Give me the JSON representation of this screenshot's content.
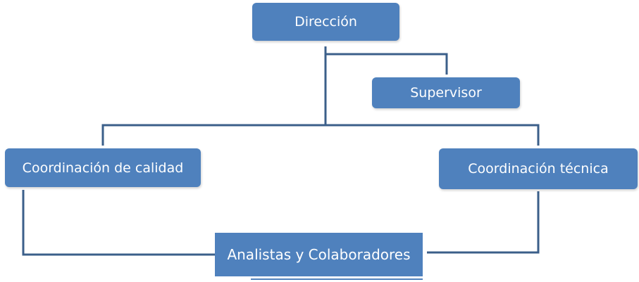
{
  "diagram": {
    "colors": {
      "box_fill": "#4f81bd",
      "connector": "#3b5f8a",
      "text": "#ffffff",
      "background": "#ffffff"
    },
    "nodes": {
      "direccion": "Dirección",
      "supervisor": "Supervisor",
      "coordinacion_calidad": "Coordinación de calidad",
      "coordinacion_tecnica": "Coordinación técnica",
      "analistas": "Analistas y Colaboradores"
    }
  }
}
